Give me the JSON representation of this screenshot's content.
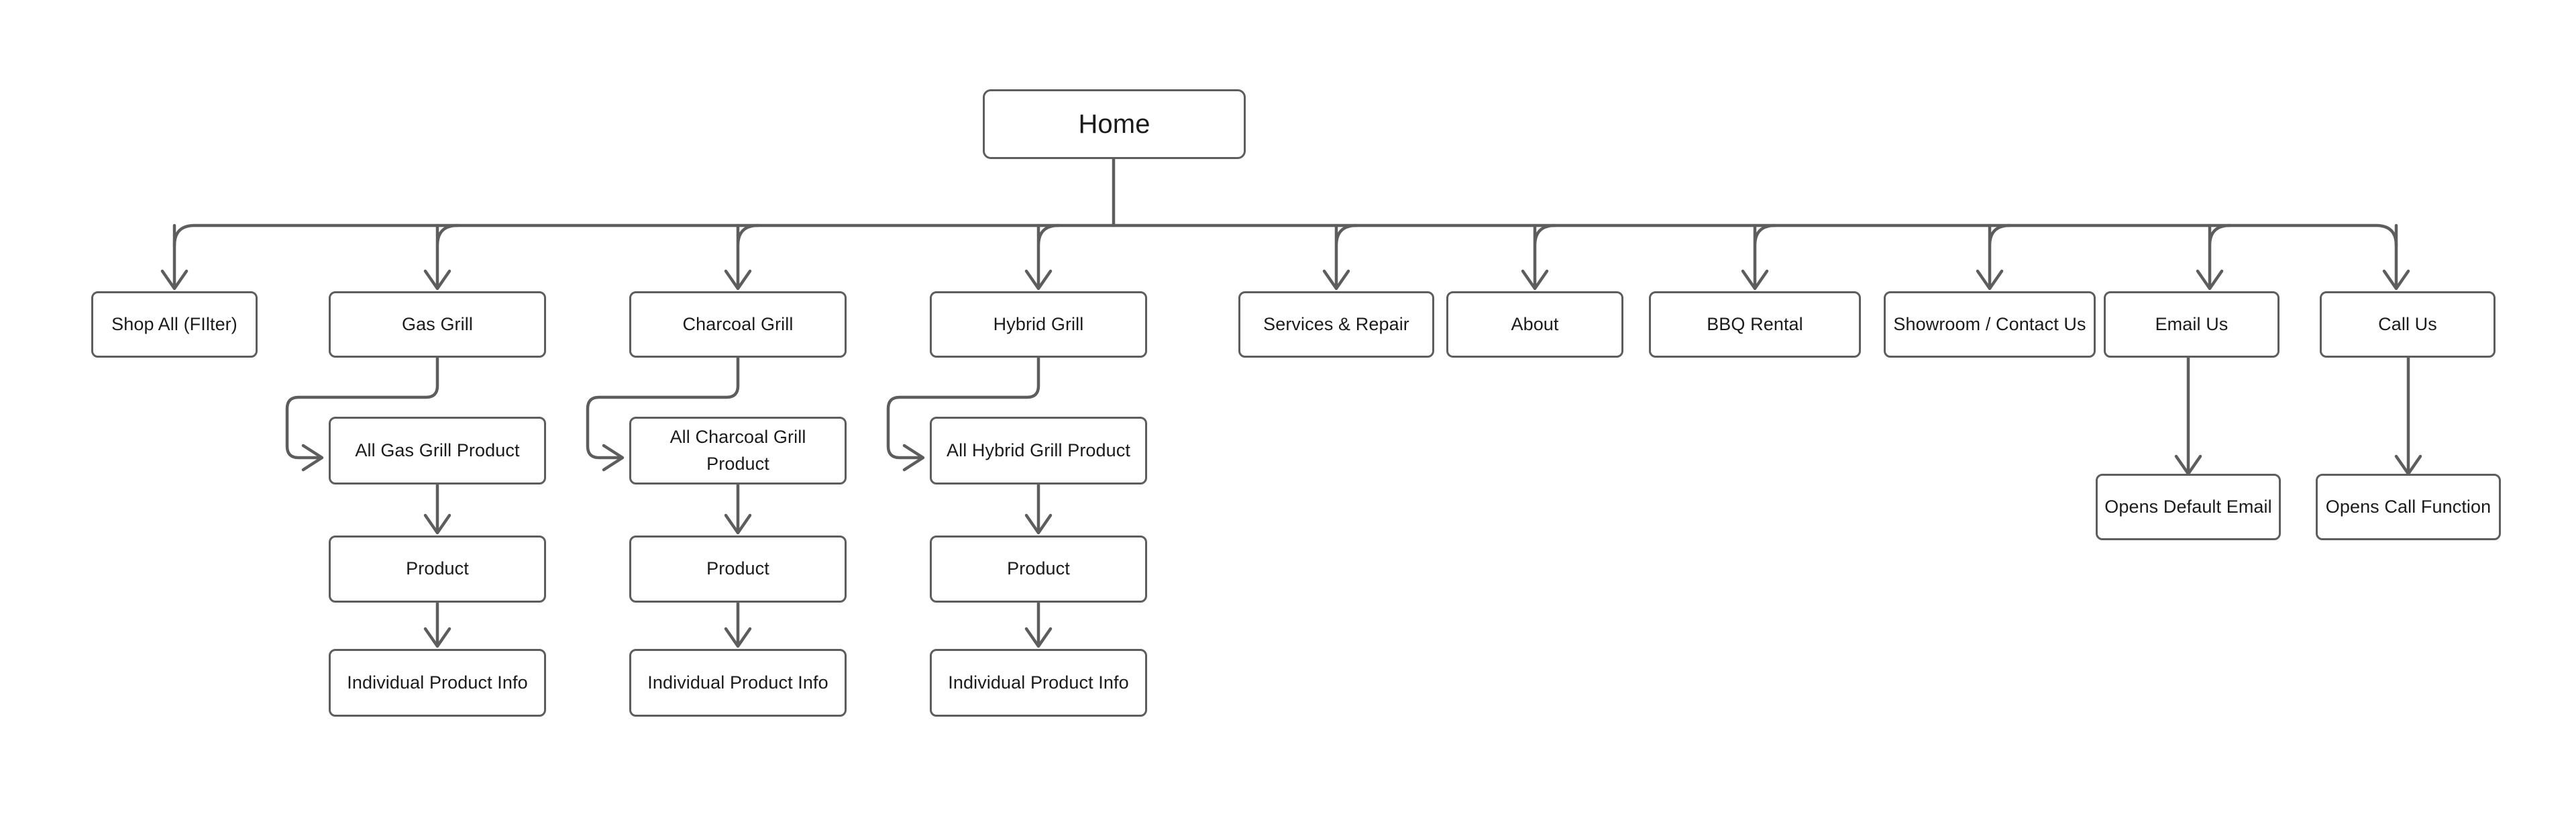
{
  "diagram": {
    "type": "sitemap-flowchart",
    "background_color": "#ffffff",
    "node_fill": "#ffffff",
    "node_border_color": "#5d5d5d",
    "text_color": "#1b1b1b",
    "connector_color": "#5d5d5d",
    "root": {
      "label": "Home"
    },
    "level2": [
      {
        "label": "Shop All (FIlter)"
      },
      {
        "label": "Gas Grill"
      },
      {
        "label": "Charcoal Grill"
      },
      {
        "label": "Hybrid Grill"
      },
      {
        "label": "Services & Repair"
      },
      {
        "label": "About"
      },
      {
        "label": "BBQ Rental"
      },
      {
        "label": "Showroom / Contact Us"
      },
      {
        "label": "Email Us"
      },
      {
        "label": "Call Us"
      }
    ],
    "level3": [
      {
        "label": "All Gas Grill Product"
      },
      {
        "label": "All Charcoal Grill Product"
      },
      {
        "label": "All Hybrid Grill Product"
      },
      {
        "label": "Opens Default Email"
      },
      {
        "label": "Opens Call Function"
      }
    ],
    "level4": [
      {
        "label": "Product"
      },
      {
        "label": "Product"
      },
      {
        "label": "Product"
      }
    ],
    "level5": [
      {
        "label": "Individual Product Info"
      },
      {
        "label": "Individual Product Info"
      },
      {
        "label": "Individual Product Info"
      }
    ]
  }
}
